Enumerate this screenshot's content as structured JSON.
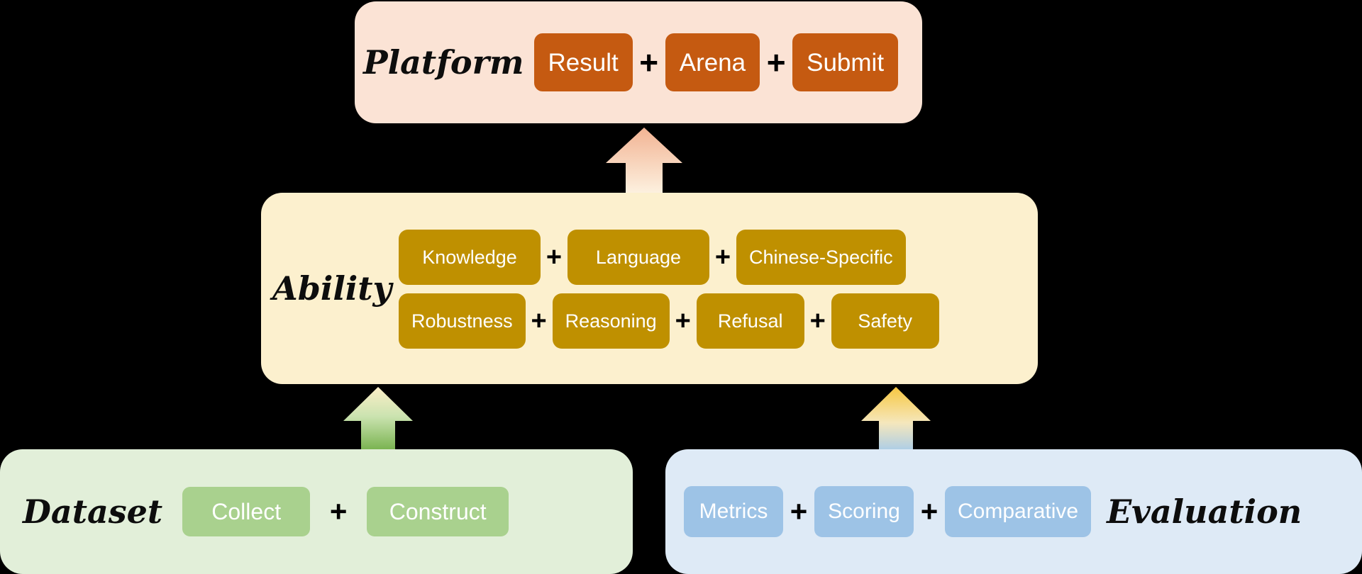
{
  "background": "#000000",
  "diagram": {
    "title_labels": {
      "platform": "Platform",
      "ability": "Ability",
      "dataset": "Dataset",
      "evaluation": "Evaluation"
    },
    "separator": "+",
    "panels": {
      "platform": {
        "label": "Platform",
        "panel_color": "#FBE3D5",
        "chip_color": "#C55A11",
        "items": [
          {
            "label": "Result"
          },
          {
            "label": "Arena"
          },
          {
            "label": "Submit"
          }
        ]
      },
      "ability": {
        "label": "Ability",
        "panel_color": "#FCF0CE",
        "chip_color": "#BF9000",
        "row1": [
          {
            "label": "Knowledge"
          },
          {
            "label": "Language"
          },
          {
            "label": "Chinese-Specific"
          }
        ],
        "row2": [
          {
            "label": "Robustness"
          },
          {
            "label": "Reasoning"
          },
          {
            "label": "Refusal"
          },
          {
            "label": "Safety"
          }
        ]
      },
      "dataset": {
        "label": "Dataset",
        "panel_color": "#E2EFD9",
        "chip_color": "#A9D18E",
        "items": [
          {
            "label": "Collect"
          },
          {
            "label": "Construct"
          }
        ]
      },
      "evaluation": {
        "label": "Evaluation",
        "panel_color": "#DEEAF6",
        "chip_color": "#9DC3E6",
        "items": [
          {
            "label": "Metrics"
          },
          {
            "label": "Scoring"
          },
          {
            "label": "Comparative"
          }
        ]
      }
    },
    "arrows": [
      {
        "name": "ability-to-platform",
        "from": "ability",
        "to": "platform",
        "direction": "up",
        "gradient_from": "#FDF2E0",
        "gradient_to": "#F4BA95"
      },
      {
        "name": "dataset-to-ability",
        "from": "dataset",
        "to": "ability",
        "direction": "up",
        "gradient_from": "#70AD47",
        "gradient_to": "#FCECC4"
      },
      {
        "name": "evaluation-to-ability",
        "from": "evaluation",
        "to": "ability",
        "direction": "up",
        "gradient_from": "#9DC3E6",
        "gradient_to": "#F5C242"
      }
    ]
  }
}
